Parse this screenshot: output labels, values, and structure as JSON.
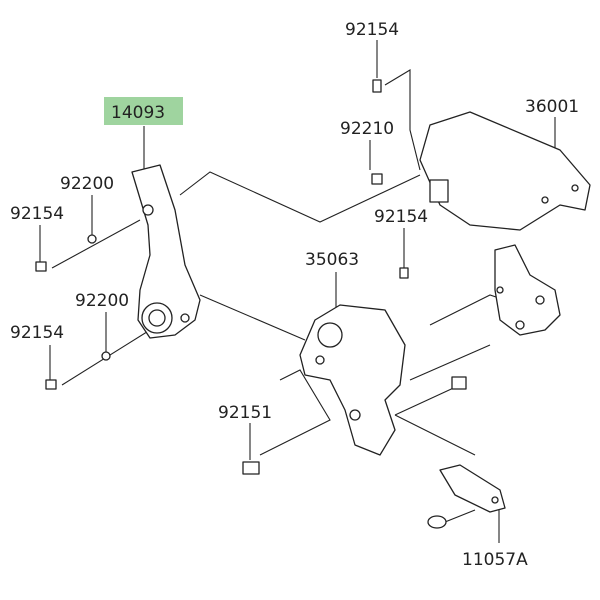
{
  "diagram": {
    "title": "Footrest bracket parts diagram",
    "highlight_color": "#9fd49f",
    "labels": {
      "bolt_top": "92154",
      "bracket_main": "14093",
      "cover": "36001",
      "nut": "92210",
      "washer_upper": "92200",
      "bolt_left_upper": "92154",
      "bolt_mid": "92154",
      "bracket_sub": "35063",
      "washer_lower": "92200",
      "bolt_left_lower": "92154",
      "bolt_bottom": "92151",
      "guard": "11057A"
    }
  }
}
